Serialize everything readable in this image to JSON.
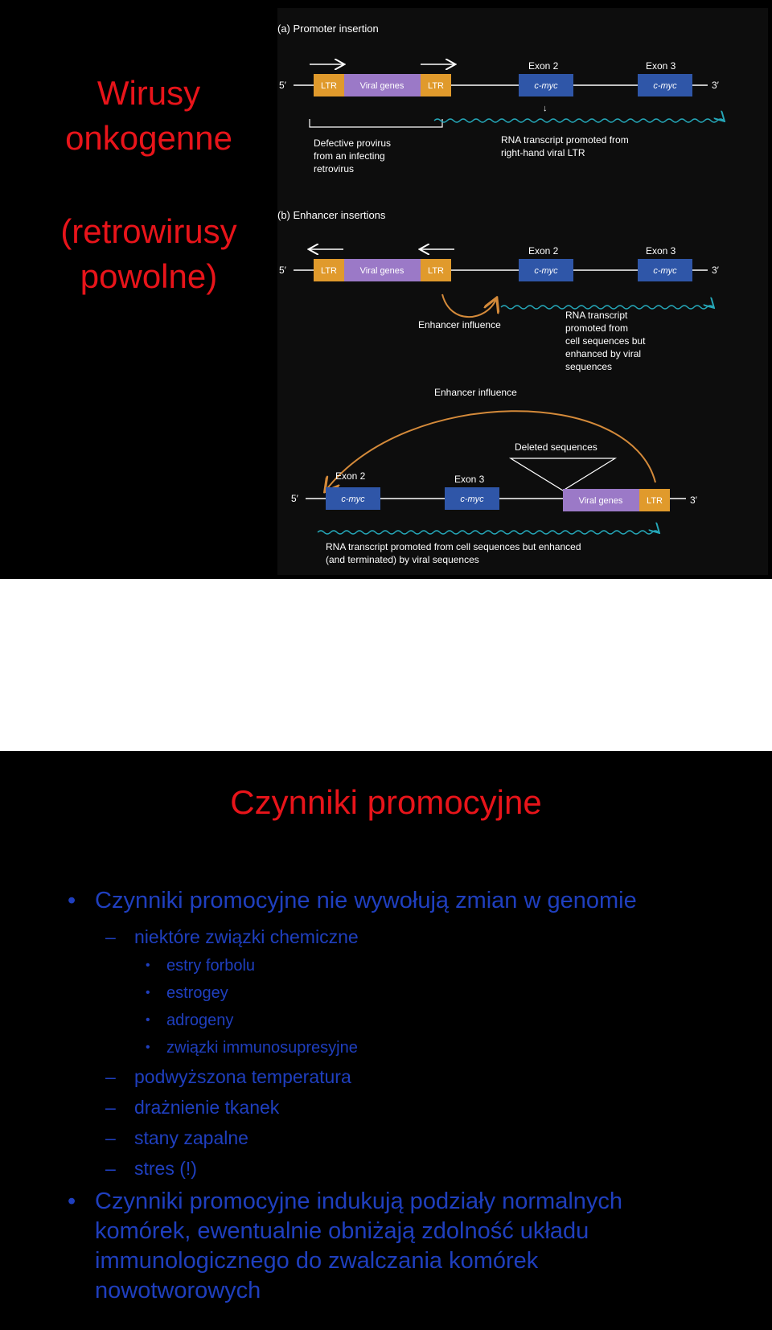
{
  "slide1": {
    "title": "Wirusy onkogenne",
    "subtitle": "(retrowirusy powolne)",
    "diagram": {
      "a_label": "(a) Promoter insertion",
      "b_label": "(b) Enhancer insertions",
      "ltr": "LTR",
      "viral_genes": "Viral genes",
      "c_myc": "c-myc",
      "exon2": "Exon 2",
      "exon3": "Exon 3",
      "five_prime": "5′",
      "three_prime": "3′",
      "defective_provirus": [
        "Defective provirus",
        "from an infecting",
        "retrovirus"
      ],
      "rna_a": [
        "RNA transcript promoted from",
        "right-hand viral LTR"
      ],
      "enhancer_influence": "Enhancer influence",
      "rna_b": [
        "RNA transcript",
        "promoted from",
        "cell sequences but",
        "enhanced by viral",
        "sequences"
      ],
      "deleted_sequences": "Deleted sequences",
      "rna_c": [
        "RNA transcript promoted from cell sequences but enhanced",
        "(and terminated) by viral sequences"
      ],
      "colors": {
        "ltr": "#e09a2c",
        "viral": "#9b79c7",
        "cmyc": "#2f56a8",
        "arrow": "#25a7b8",
        "curve": "#d48a3a"
      }
    }
  },
  "slide2": {
    "title": "Czynniki promocyjne",
    "bullet1": "Czynniki promocyjne nie wywołują zmian w genomie",
    "sub1": "niektóre związki chemiczne",
    "subsub": [
      "estry forbolu",
      "estrogey",
      "adrogeny",
      "związki immunosupresyjne"
    ],
    "sub2": "podwyższona temperatura",
    "sub3": "drażnienie tkanek",
    "sub4": "stany zapalne",
    "sub5": "stres (!)",
    "bullet2_lines": [
      "Czynniki promocyjne indukują podziały normalnych",
      "komórek, ewentualnie obniżają zdolność układu",
      "immunologicznego do zwalczania komórek",
      "nowotworowych"
    ]
  }
}
